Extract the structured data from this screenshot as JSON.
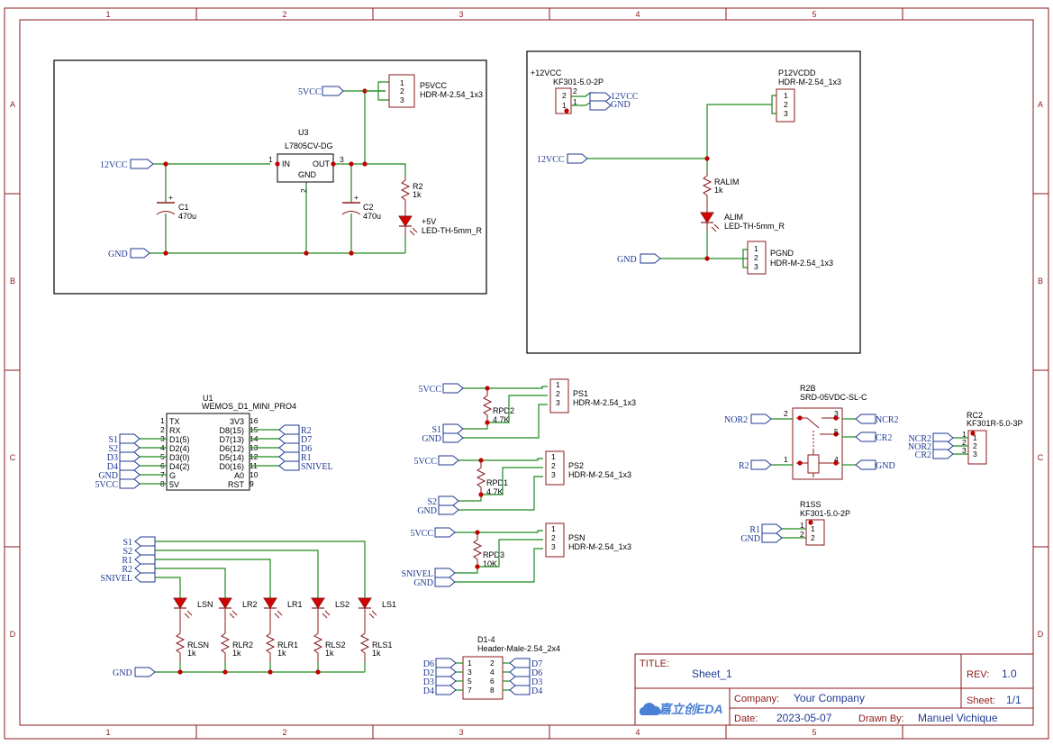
{
  "frame": {
    "col_labels": [
      "1",
      "2",
      "3",
      "4",
      "5"
    ],
    "row_labels": [
      "A",
      "B",
      "C",
      "D"
    ]
  },
  "title_block": {
    "title_label": "TITLE:",
    "title_value": "Sheet_1",
    "rev_label": "REV:",
    "rev_value": "1.0",
    "company_label": "Company:",
    "company_value": "Your Company",
    "sheet_label": "Sheet:",
    "sheet_value": "1/1",
    "date_label": "Date:",
    "date_value": "2023-05-07",
    "drawn_label": "Drawn By:",
    "drawn_value": "Manuel Vichique",
    "logo_text": "嘉立创EDA"
  },
  "psu5": {
    "u3_ref": "U3",
    "u3_val": "L7805CV-DG",
    "u3_in": "IN",
    "u3_out": "OUT",
    "u3_gnd": "GND",
    "pin1": "1",
    "pin2": "2",
    "pin3": "3",
    "c1_ref": "C1",
    "c1_val": "470u",
    "c2_ref": "C2",
    "c2_val": "470u",
    "r2_ref": "R2",
    "r2_val": "1k",
    "led_ref": "+5V",
    "led_val": "LED-TH-5mm_R",
    "conn_ref": "P5VCC",
    "conn_val": "HDR-M-2.54_1x3",
    "net_5vcc": "5VCC",
    "net_12vcc": "12VCC",
    "net_gnd": "GND",
    "plus": "+"
  },
  "psu12": {
    "kf_ref": "+12VCC",
    "kf_val": "KF301-5.0-2P",
    "p12_ref": "P12VCDD",
    "p12_val": "HDR-M-2.54_1x3",
    "ralim_ref": "RALIM",
    "ralim_val": "1k",
    "alim_ref": "ALIM",
    "alim_val": "LED-TH-5mm_R",
    "pgnd_ref": "PGND",
    "pgnd_val": "HDR-M-2.54_1x3",
    "net_12vcc": "12VCC",
    "net_gnd": "GND"
  },
  "wemos": {
    "ref": "U1",
    "val": "WEMOS_D1_MINI_PRO4",
    "left_pins": [
      {
        "num": "1",
        "name": "TX",
        "net": ""
      },
      {
        "num": "2",
        "name": "RX",
        "net": ""
      },
      {
        "num": "3",
        "name": "D1(5)",
        "net": "S1"
      },
      {
        "num": "4",
        "name": "D2(4)",
        "net": "S2"
      },
      {
        "num": "5",
        "name": "D3(0)",
        "net": "D3"
      },
      {
        "num": "6",
        "name": "D4(2)",
        "net": "D4"
      },
      {
        "num": "7",
        "name": "G",
        "net": "GND"
      },
      {
        "num": "8",
        "name": "5V",
        "net": "5VCC"
      }
    ],
    "right_pins": [
      {
        "num": "16",
        "name": "3V3",
        "net": ""
      },
      {
        "num": "15",
        "name": "D8(15)",
        "net": "R2"
      },
      {
        "num": "14",
        "name": "D7(13)",
        "net": "D7"
      },
      {
        "num": "13",
        "name": "D6(12)",
        "net": "D6"
      },
      {
        "num": "12",
        "name": "D5(14)",
        "net": "R1"
      },
      {
        "num": "11",
        "name": "D0(16)",
        "net": "SNIVEL"
      },
      {
        "num": "10",
        "name": "A0",
        "net": ""
      },
      {
        "num": "9",
        "name": "RST",
        "net": ""
      }
    ]
  },
  "leds": {
    "nets": [
      "S1",
      "S2",
      "R1",
      "R2",
      "SNIVEL"
    ],
    "items": [
      {
        "led": "LSN",
        "res": "RLSN",
        "val": "1k"
      },
      {
        "led": "LR2",
        "res": "RLR2",
        "val": "1k"
      },
      {
        "led": "LR1",
        "res": "RLR1",
        "val": "1k"
      },
      {
        "led": "LS2",
        "res": "RLS2",
        "val": "1k"
      },
      {
        "led": "LS1",
        "res": "RLS1",
        "val": "1k"
      }
    ],
    "net_gnd": "GND"
  },
  "sensors": [
    {
      "ref": "PS1",
      "val": "HDR-M-2.54_1x3",
      "rref": "RPD2",
      "rval": "4.7K",
      "vnet": "5VCC",
      "snet": "S1",
      "gnd": "GND"
    },
    {
      "ref": "PS2",
      "val": "HDR-M-2.54_1x3",
      "rref": "RPD1",
      "rval": "4.7K",
      "vnet": "5VCC",
      "snet": "S2",
      "gnd": "GND"
    },
    {
      "ref": "PSN",
      "val": "HDR-M-2.54_1x3",
      "rref": "RPD3",
      "rval": "10K",
      "vnet": "5VCC",
      "snet": "SNIVEL",
      "gnd": "GND"
    }
  ],
  "header": {
    "ref": "D1-4",
    "val": "Header-Male-2.54_2x4",
    "left": [
      {
        "net": "D6",
        "num": "1"
      },
      {
        "net": "D2",
        "num": "3"
      },
      {
        "net": "D3",
        "num": "5"
      },
      {
        "net": "D4",
        "num": "7"
      }
    ],
    "right": [
      {
        "net": "D7",
        "num": "2"
      },
      {
        "net": "D6",
        "num": "4"
      },
      {
        "net": "D3",
        "num": "6"
      },
      {
        "net": "D4",
        "num": "8"
      }
    ]
  },
  "relay": {
    "ref": "R2B",
    "val": "SRD-05VDC-SL-C",
    "p1": "1",
    "p2": "2",
    "p3": "3",
    "p4": "4",
    "p5": "5",
    "net_nor2": "NOR2",
    "net_r2": "R2",
    "net_ncr2": "NCR2",
    "net_cr2": "CR2",
    "net_gnd": "GND",
    "rc2_ref": "RC2",
    "rc2_val": "KF301R-5.0-3P",
    "rc2_nets": [
      "NCR2",
      "NOR2",
      "CR2"
    ],
    "rc2_pins": [
      "1",
      "2",
      "3"
    ],
    "r1ss_ref": "R1SS",
    "r1ss_val": "KF301-5.0-2P",
    "r1ss_nets": [
      "R1",
      "GND"
    ],
    "r1ss_pins": [
      "1",
      "2"
    ]
  }
}
